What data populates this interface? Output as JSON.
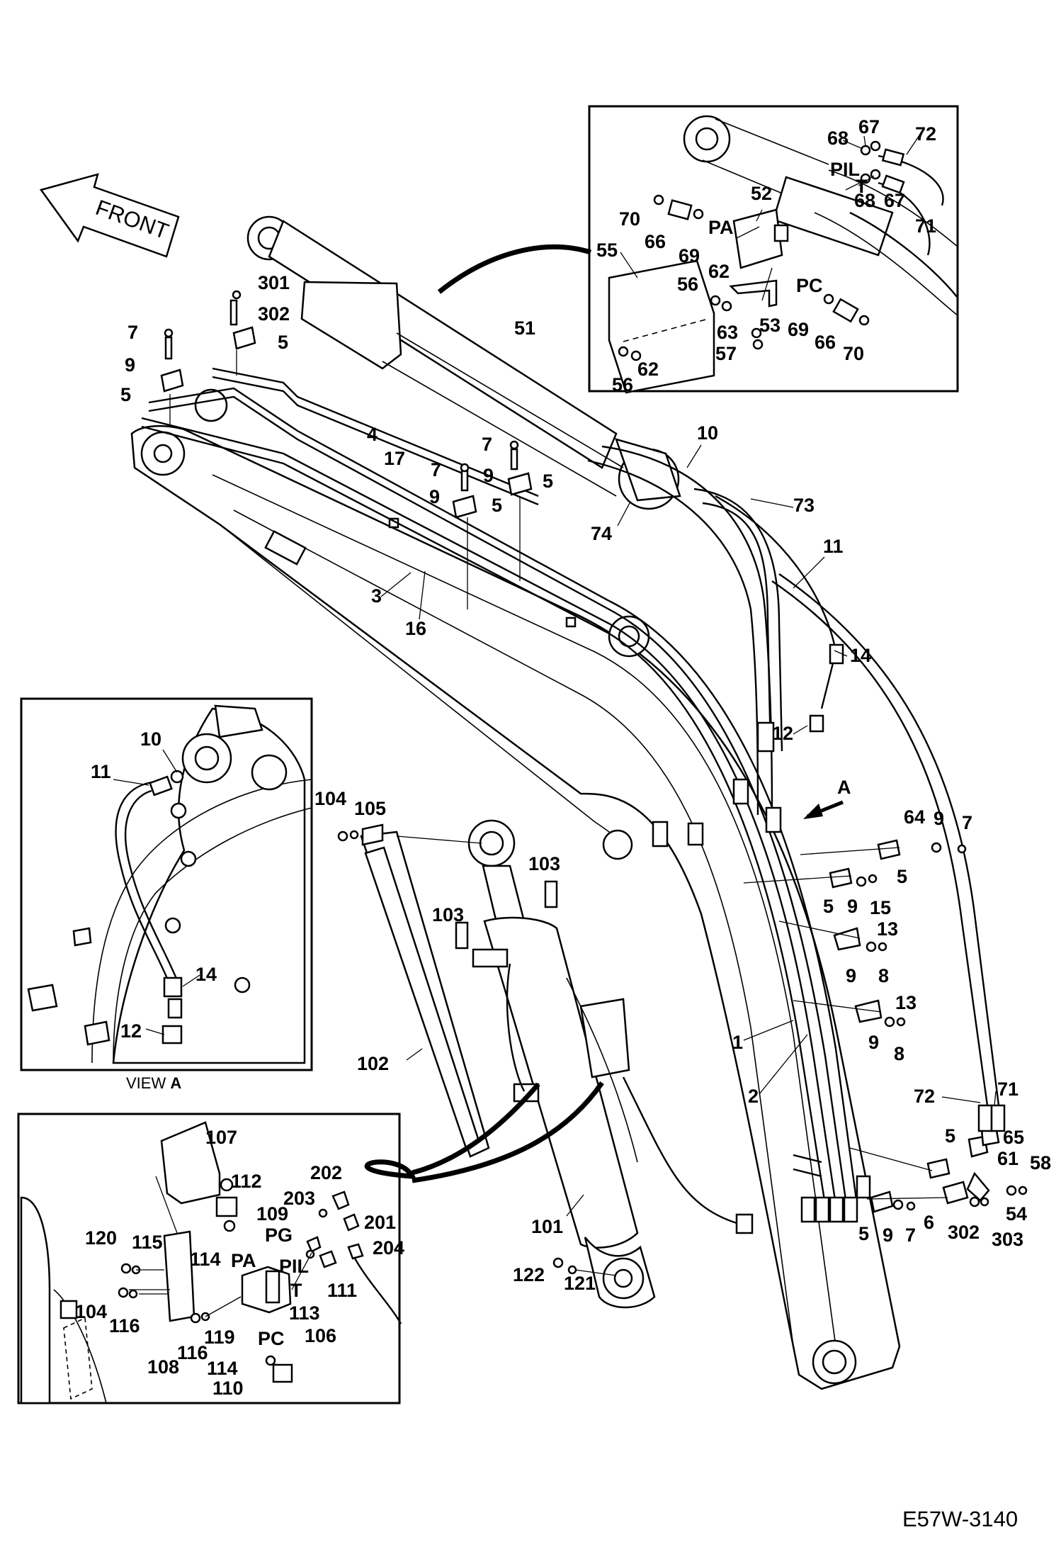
{
  "drawing": {
    "reference": "E57W-3140",
    "front_arrow": "FRONT",
    "view_a_caption_prefix": "VIEW ",
    "view_a_caption_letter": "A",
    "view_arrow_letter": "A"
  },
  "port_labels": {
    "pil": "PIL",
    "t": "T",
    "pa": "PA",
    "pc": "PC",
    "pg": "PG"
  },
  "callouts": {
    "c301": "301",
    "c302": "302",
    "c303": "303",
    "c7": "7",
    "c9": "9",
    "c5": "5",
    "c4": "4",
    "c17": "17",
    "c51": "51",
    "c3": "3",
    "c16": "16",
    "c10": "10",
    "c73": "73",
    "c74": "74",
    "c11": "11",
    "c14": "14",
    "c12": "12",
    "c64": "64",
    "c15": "15",
    "c13": "13",
    "c8": "8",
    "c1": "1",
    "c2": "2",
    "c72": "72",
    "c71": "71",
    "c65": "65",
    "c61": "61",
    "c58": "58",
    "c54": "54",
    "c6": "6",
    "c52": "52",
    "c53": "53",
    "c55": "55",
    "c56": "56",
    "c57": "57",
    "c62": "62",
    "c63": "63",
    "c66": "66",
    "c67": "67",
    "c68": "68",
    "c69": "69",
    "c70": "70",
    "c101": "101",
    "c102": "102",
    "c103": "103",
    "c104": "104",
    "c105": "105",
    "c106": "106",
    "c107": "107",
    "c108": "108",
    "c109": "109",
    "c110": "110",
    "c111": "111",
    "c112": "112",
    "c113": "113",
    "c114": "114",
    "c115": "115",
    "c116": "116",
    "c119": "119",
    "c120": "120",
    "c121": "121",
    "c122": "122",
    "c201": "201",
    "c202": "202",
    "c203": "203",
    "c204": "204"
  }
}
